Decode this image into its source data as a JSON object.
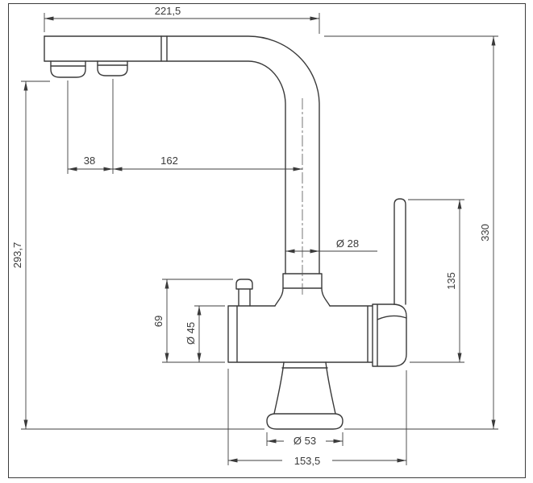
{
  "colors": {
    "line": "#3a3a3a",
    "background": "#ffffff"
  },
  "dimensions": {
    "spout_width_top": "221,5",
    "outlet_spacing": "38",
    "outlet_to_pipe_center": "162",
    "height_underside_spout": "293,7",
    "overall_height": "330",
    "pipe_diameter": "Ø 28",
    "lever_height": "135",
    "body_diameter": "Ø 45",
    "knob_to_body_bottom": "69",
    "base_diameter": "Ø 53",
    "body_overall_length": "153,5"
  }
}
